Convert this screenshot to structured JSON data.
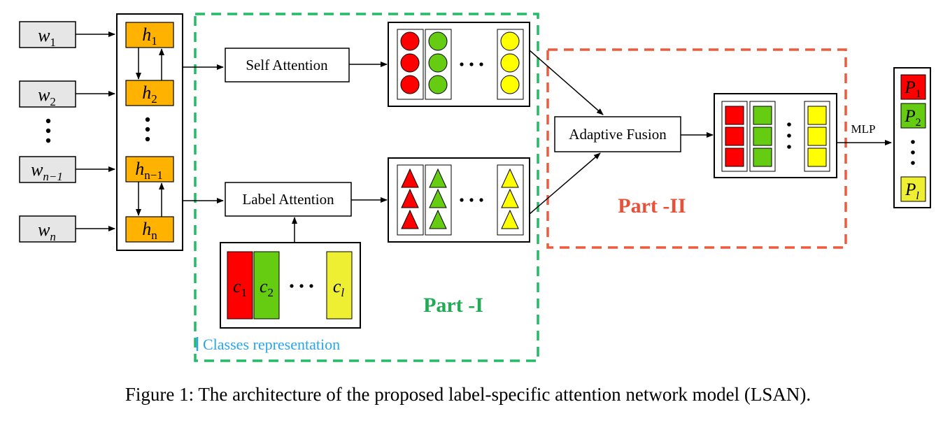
{
  "inputs": [
    {
      "base": "w",
      "sub": "1"
    },
    {
      "base": "w",
      "sub": "2"
    },
    {
      "base": "w",
      "sub": "n−1"
    },
    {
      "base": "w",
      "sub": "n"
    }
  ],
  "hidden": [
    {
      "base": "h",
      "sub": "1"
    },
    {
      "base": "h",
      "sub": "2"
    },
    {
      "base": "h",
      "sub": "n−1"
    },
    {
      "base": "h",
      "sub": "n"
    }
  ],
  "self_attention_label": "Self Attention",
  "label_attention_label": "Label Attention",
  "adaptive_fusion_label": "Adaptive Fusion",
  "classes": [
    {
      "base": "c",
      "sub": "1"
    },
    {
      "base": "c",
      "sub": "2"
    },
    {
      "base": "c",
      "sub": "l"
    }
  ],
  "outputs": [
    {
      "base": "P",
      "sub": "1"
    },
    {
      "base": "P",
      "sub": "2"
    },
    {
      "base": "P",
      "sub": "l"
    }
  ],
  "mlp_label": "MLP",
  "part1_label": "Part -I",
  "part2_label": "Part -II",
  "classes_representation_label": "Classes representation",
  "ellipsis": "···",
  "caption": "Figure 1: The architecture of the proposed label-specific attention network model (LSAN).",
  "colors": {
    "red": "#ff0000",
    "green": "#66cc11",
    "yellow": "#ffff00",
    "class_yellow": "#eeee33",
    "orange": "#ffb300",
    "input_gray": "#e6e6e6",
    "part1_border": "#22bb66",
    "part1_text": "#22aa55",
    "part2_border": "#f05a3c",
    "part2_text": "#e8503a",
    "classes_text": "#2aa4ee"
  }
}
